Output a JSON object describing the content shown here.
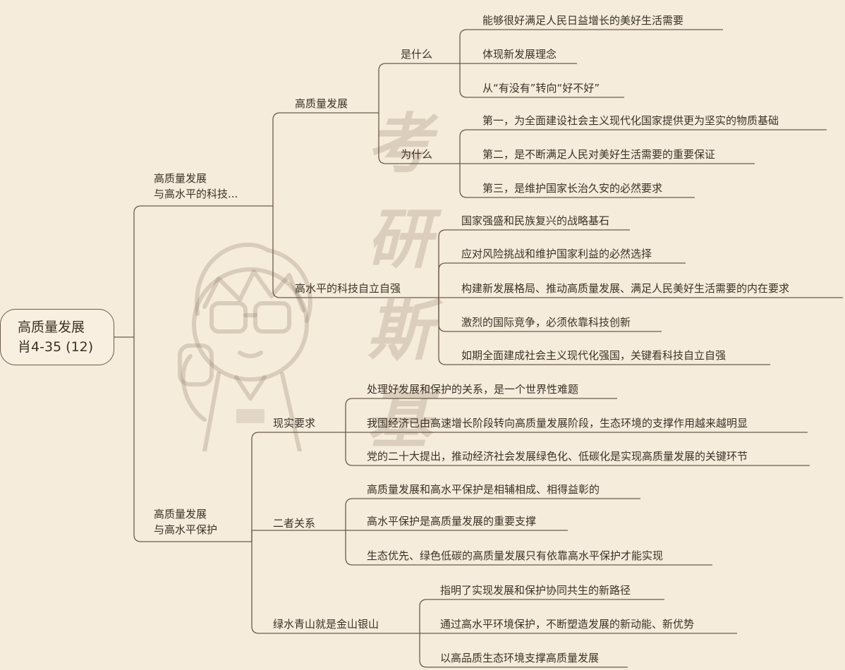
{
  "root": {
    "line1": "高质量发展",
    "line2": "肖4-35 (12)"
  },
  "branch1": {
    "label_line1": "高质量发展",
    "label_line2": "与高水平的科技...",
    "sub1": {
      "label": "高质量发展",
      "what": {
        "label": "是什么",
        "items": [
          "能够很好满足人民日益增长的美好生活需要",
          "体现新发展理念",
          "从“有没有”转向“好不好”"
        ]
      },
      "why": {
        "label": "为什么",
        "items": [
          "第一，为全面建设社会主义现代化国家提供更为坚实的物质基础",
          "第二，是不断满足人民对美好生活需要的重要保证",
          "第三，是维护国家长治久安的必然要求"
        ]
      }
    },
    "sub2": {
      "label": "高水平的科技自立自强",
      "items": [
        "国家强盛和民族复兴的战略基石",
        "应对风险挑战和维护国家利益的必然选择",
        "构建新发展格局、推动高质量发展、满足人民美好生活需要的内在要求",
        "激烈的国际竞争，必须依靠科技创新",
        "如期全面建成社会主义现代化强国，关键看科技自立自强"
      ]
    }
  },
  "branch2": {
    "label_line1": "高质量发展",
    "label_line2": "与高水平保护",
    "sub1": {
      "label": "现实要求",
      "items": [
        "处理好发展和保护的关系，是一个世界性难题",
        "我国经济已由高速增长阶段转向高质量发展阶段，生态环境的支撑作用越来越明显",
        "党的二十大提出，推动经济社会发展绿色化、低碳化是实现高质量发展的关键环节"
      ]
    },
    "sub2": {
      "label": "二者关系",
      "items": [
        "高质量发展和高水平保护是相辅相成、相得益彰的",
        "高水平保护是高质量发展的重要支撑",
        "生态优先、绿色低碳的高质量发展只有依靠高水平保护才能实现"
      ]
    },
    "sub3": {
      "label": "绿水青山就是金山银山",
      "items": [
        "指明了实现发展和保护协同共生的新路径",
        "通过高水平环境保护，不断塑造发展的新动能、新优势",
        "以高品质生态环境支撑高质量发展"
      ]
    }
  },
  "watermark": [
    "考",
    "研",
    "斯",
    "基"
  ]
}
